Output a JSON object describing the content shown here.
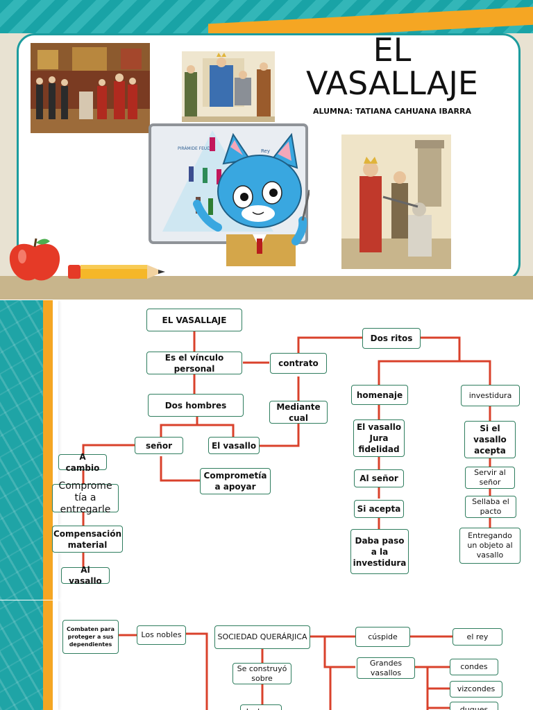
{
  "cover": {
    "title": "EL VASALLAJE",
    "student": "ALUMNA: TATIANA CAHUANA IBARRA",
    "board_labels": {
      "pyramid": "PIRÁMIDE FEUDAL",
      "king": "Rey"
    }
  },
  "map1": {
    "root": "EL VASALLAJE",
    "vinculo": "Es el vínculo personal",
    "contrato": "contrato",
    "dos_ritos": "Dos ritos",
    "dos_hombres": "Dos hombres",
    "mediante": "Mediante cual",
    "senor": "señor",
    "vasallo": "El vasallo",
    "comprometia": "Comprometía a apoyar",
    "a_cambio": "A cambio",
    "comprometia_entregar": "Comprome tía a entregarle",
    "compensacion": "Compensación material",
    "al_vasallo": "Al vasallo",
    "homenaje": "homenaje",
    "jura": "El vasallo Jura fidelidad",
    "al_senor": "Al señor",
    "si_acepta": "Si acepta",
    "daba_paso": "Daba paso a la investidura",
    "investidura": "investidura",
    "si_vasallo_acepta": "Si el vasallo acepta",
    "servir": "Servir al señor",
    "sellaba": "Sellaba el pacto",
    "entregando": "Entregando un objeto al vasallo"
  },
  "map2": {
    "combaten": "Combaten para proteger a sus dependientes",
    "nobles": "Los nobles",
    "sociedad": "SOCIEDAD QUERÁRJICA",
    "construyo": "Se construyó sobre",
    "la_base": "La base",
    "cuspide": "cúspide",
    "el_rey": "el rey",
    "grandes": "Grandes vasallos",
    "condes": "condes",
    "vizcondes": "vizcondes",
    "duques": "duques"
  },
  "colors": {
    "teal": "#1fa4a6",
    "orange": "#f5a623",
    "line": "#d9412b",
    "box_border": "#2e7d5e"
  }
}
